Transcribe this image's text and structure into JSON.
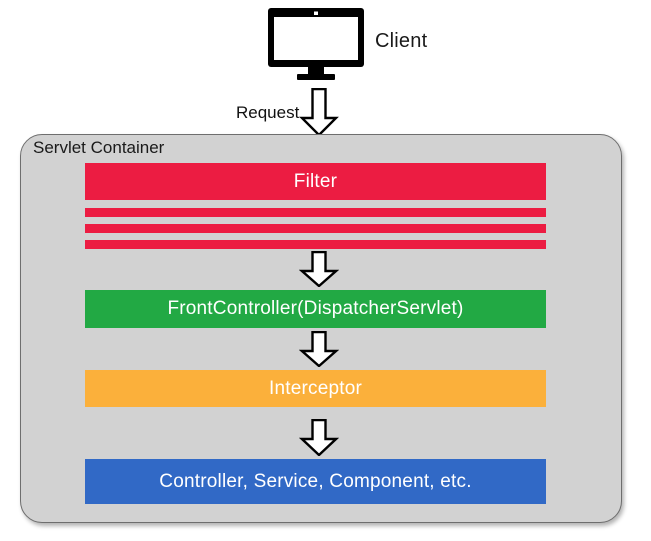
{
  "diagram": {
    "title_visible": false,
    "client": {
      "icon": "desktop-monitor-icon",
      "label": "Client"
    },
    "request_flow": {
      "label": "Request",
      "arrow_icon": "down-block-arrow-icon"
    },
    "container": {
      "label": "Servlet Container",
      "background_color": "#d2d2d2",
      "border_color": "#6e6e6e"
    },
    "layers": [
      {
        "id": "filter",
        "label": "Filter",
        "color": "#EC1C42",
        "text_color": "#ffffff",
        "stripe_count": 3
      },
      {
        "id": "front-controller",
        "label": "FrontController(DispatcherServlet)",
        "color": "#22A944",
        "text_color": "#ffffff",
        "stripe_count": 0
      },
      {
        "id": "interceptor",
        "label": "Interceptor",
        "color": "#FBB03B",
        "text_color": "#ffffff",
        "stripe_count": 0
      },
      {
        "id": "controller",
        "label": "Controller, Service, Component, etc.",
        "color": "#3169C6",
        "text_color": "#ffffff",
        "stripe_count": 0
      }
    ],
    "arrows": [
      {
        "id": "request-arrow",
        "from": "client",
        "to": "filter",
        "icon": "down-block-arrow-icon"
      },
      {
        "id": "filter-to-front",
        "from": "filter",
        "to": "front-controller",
        "icon": "down-block-arrow-icon"
      },
      {
        "id": "front-to-interceptor",
        "from": "front-controller",
        "to": "interceptor",
        "icon": "down-block-arrow-icon"
      },
      {
        "id": "interceptor-to-controller",
        "from": "interceptor",
        "to": "controller",
        "icon": "down-block-arrow-icon"
      }
    ]
  }
}
